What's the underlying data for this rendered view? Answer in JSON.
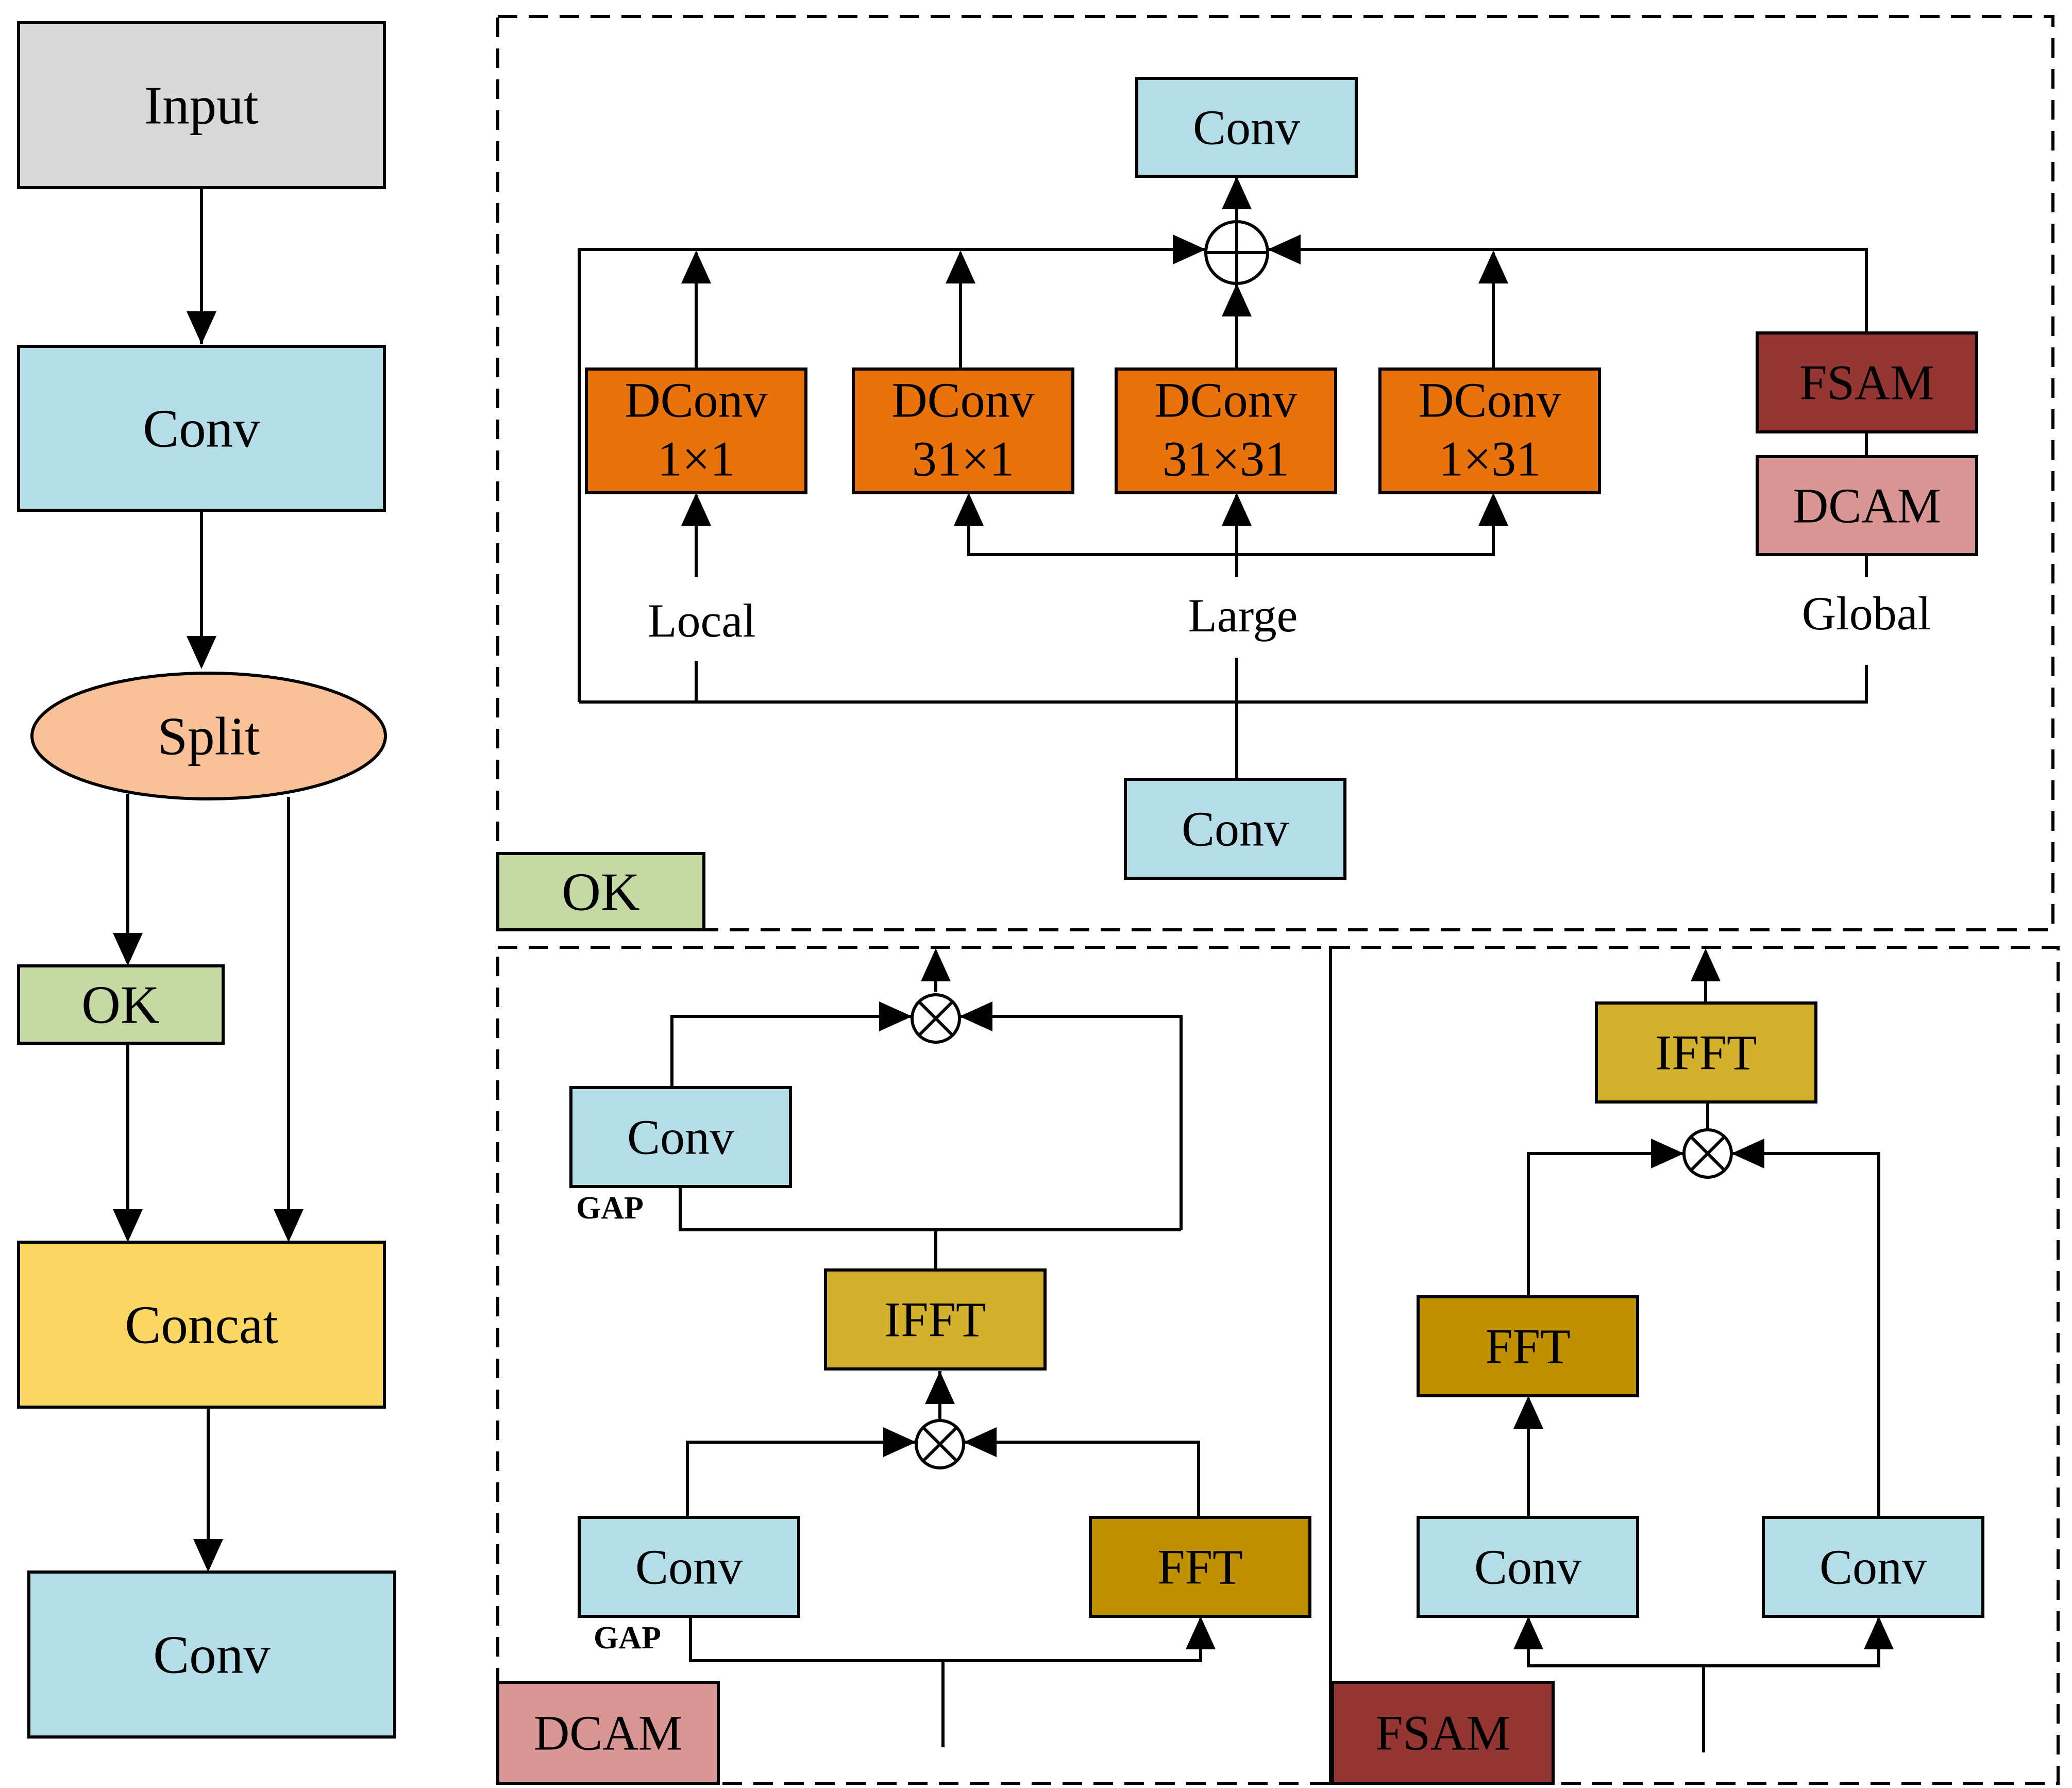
{
  "colors": {
    "input": "#d9d9d9",
    "conv": "#b4dde8",
    "split": "#f8c197",
    "ok": "#c5d9a4",
    "concat": "#fdd764",
    "dconv": "#e8720c",
    "fsam": "#943634",
    "dcam": "#da9694",
    "ifft": "#d4b02f",
    "fft": "#bf9000"
  },
  "left_pipeline": {
    "input": "Input",
    "conv_top": "Conv",
    "split": "Split",
    "ok": "OK",
    "concat": "Concat",
    "conv_bottom": "Conv"
  },
  "ok_module": {
    "title": "OK",
    "conv_out": "Conv",
    "conv_in": "Conv",
    "branches": [
      {
        "line1": "DConv",
        "line2": "1×1"
      },
      {
        "line1": "DConv",
        "line2": "31×1"
      },
      {
        "line1": "DConv",
        "line2": "31×31"
      },
      {
        "line1": "DConv",
        "line2": "1×31"
      }
    ],
    "fsam": "FSAM",
    "dcam": "DCAM",
    "labels": {
      "local": "Local",
      "large": "Large",
      "global": "Global"
    }
  },
  "dcam_module": {
    "title": "DCAM",
    "conv_upper": "Conv",
    "gap_upper": "GAP",
    "ifft": "IFFT",
    "conv_lower": "Conv",
    "gap_lower": "GAP",
    "fft": "FFT"
  },
  "fsam_module": {
    "title": "FSAM",
    "ifft": "IFFT",
    "fft": "FFT",
    "conv_left": "Conv",
    "conv_right": "Conv"
  }
}
